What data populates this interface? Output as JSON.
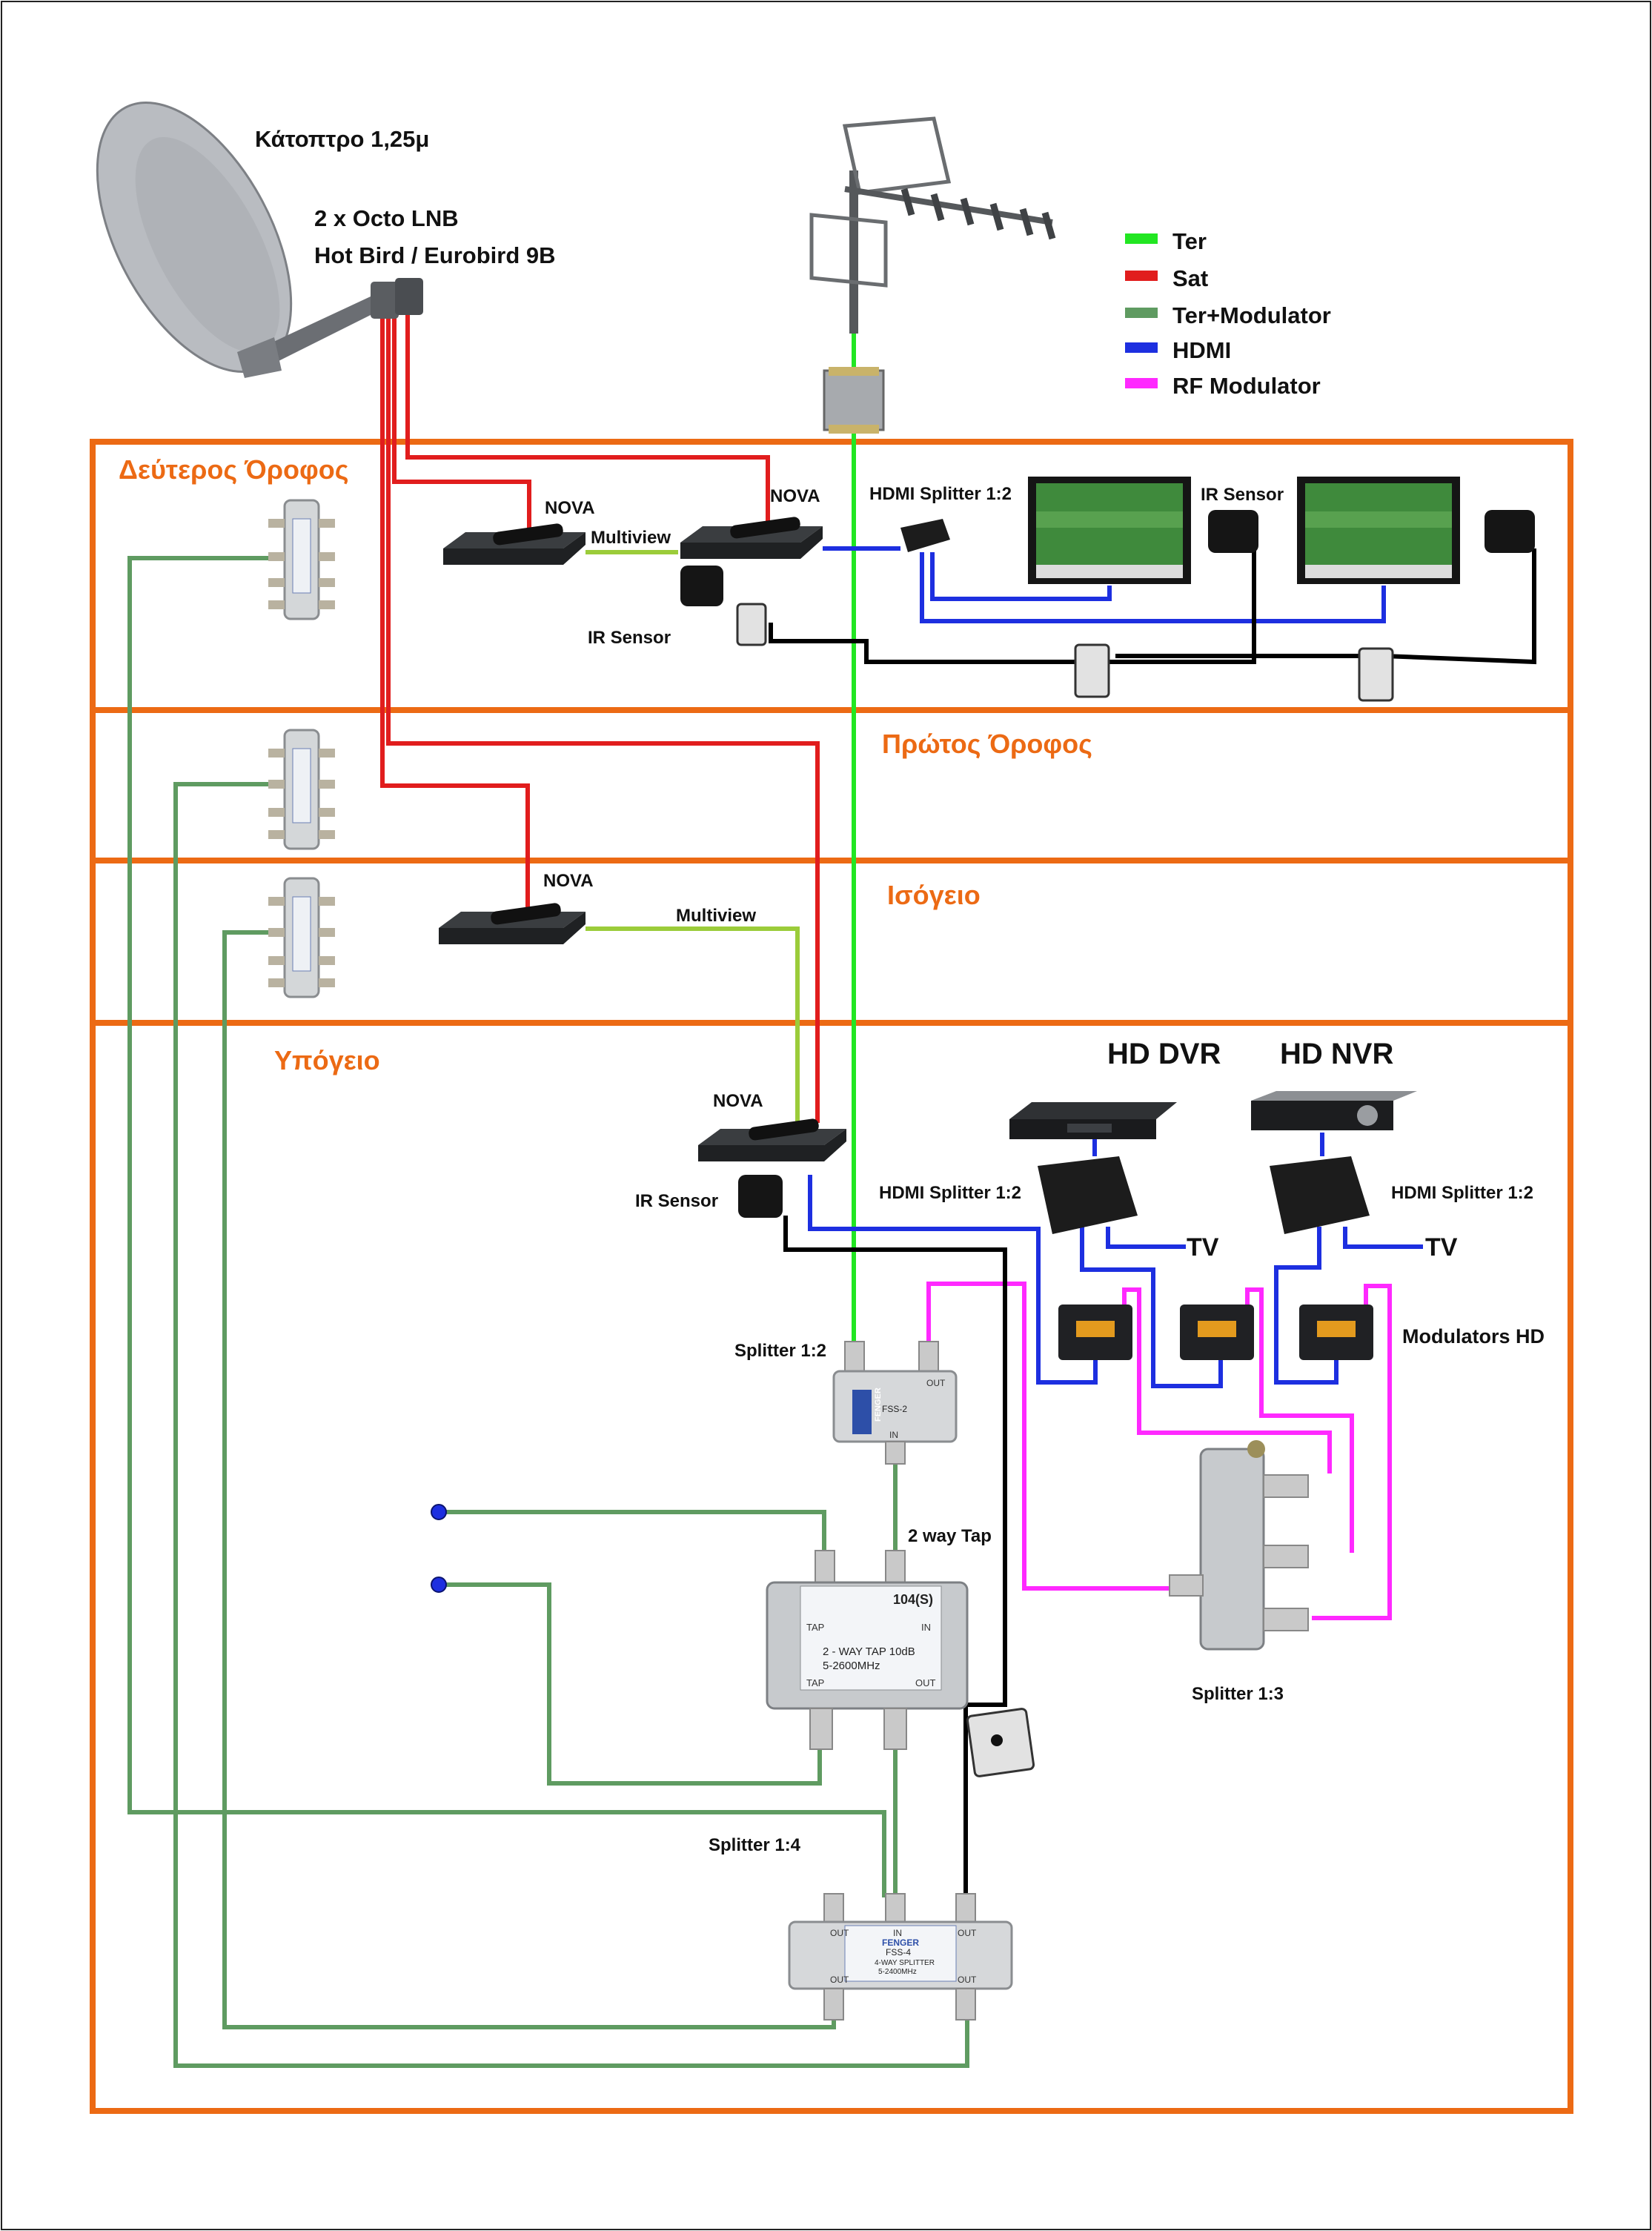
{
  "header": {
    "dish_label": "Κάτοπτρο 1,25μ",
    "lnb_label": "2 x Octo LNB",
    "satellite_label": "Hot Bird / Eurobird 9B"
  },
  "legend": [
    {
      "label": "Ter",
      "color": "#22e622"
    },
    {
      "label": "Sat",
      "color": "#e11d1d"
    },
    {
      "label": "Ter+Modulator",
      "color": "#5f9b61"
    },
    {
      "label": "HDMI",
      "color": "#1d2fe0"
    },
    {
      "label": "RF Modulator",
      "color": "#ff29ff"
    }
  ],
  "colors": {
    "floor_border": "#ec6a14",
    "ter": "#22e622",
    "sat": "#e11d1d",
    "ter_mod": "#5f9b61",
    "hdmi": "#1d2fe0",
    "rf_mod": "#ff29ff",
    "multiview": "#9bcc3a",
    "ir": "#000000"
  },
  "floors": {
    "second": "Δεύτερος Όροφος",
    "first": "Πρώτος Όροφος",
    "ground": "Ισόγειο",
    "basement": "Υπόγειο"
  },
  "second_floor": {
    "nova1": "NOVA",
    "nova2": "NOVA",
    "multiview": "Multiview",
    "hdmi_splitter": "HDMI Splitter 1:2",
    "ir_sensor_tv": "IR Sensor",
    "ir_sensor_box": "IR Sensor"
  },
  "ground_floor": {
    "nova": "NOVA",
    "multiview": "Multiview"
  },
  "basement": {
    "nova": "NOVA",
    "ir_sensor": "IR Sensor",
    "hd_dvr": "HD DVR",
    "hd_nvr": "HD NVR",
    "hdmi_splitter_left": "HDMI Splitter 1:2",
    "hdmi_splitter_right": "HDMI Splitter 1:2",
    "tv_left": "TV",
    "tv_right": "TV",
    "modulators": "Modulators HD",
    "splitter_1_2": "Splitter 1:2",
    "two_way_tap": "2 way Tap",
    "splitter_1_3": "Splitter 1:3",
    "splitter_1_4": "Splitter 1:4"
  },
  "device_text": {
    "tap_model": "104(S)",
    "tap_spec_line1": "2 - WAY TAP 10dB",
    "tap_spec_line2": "5-2600MHz",
    "tap_port_tap": "TAP",
    "tap_port_in": "IN",
    "tap_port_out": "OUT",
    "splitter12_brand": "FENGER",
    "splitter12_model": "FSS-2",
    "splitter14_brand": "FENGER",
    "splitter14_model": "FSS-4",
    "splitter14_spec": "4-WAY SPLITTER",
    "splitter14_range": "5-2400MHz",
    "port_in": "IN",
    "port_out": "OUT"
  }
}
